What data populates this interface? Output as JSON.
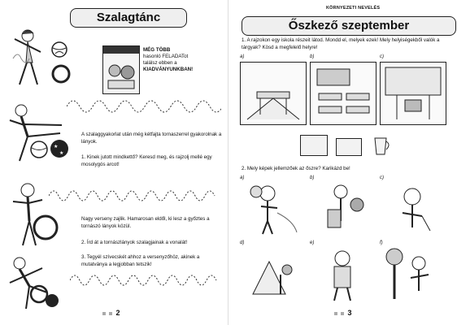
{
  "left": {
    "title": "Szalagtánc",
    "promo": {
      "line1": "MÉG TÖBB",
      "line2": "hasonló FELADATot",
      "line3": "találsz ebben a",
      "line4": "KIADVÁNYUNKBAN!"
    },
    "intro": "A szalaggyakorlat után még kétfajta tornaszerrel gyakorolnak a lányok.",
    "task1": "1. Kinek jutott mindkettő? Keresd meg, és rajzolj mellé egy mosolygós arcot!",
    "middle": "Nagy verseny zajlik. Hamarosan eldől, ki lesz a győztes a tornászó lányok közül.",
    "task2": "2. Írd át a tornászlányok szalagjainak a vonalát!",
    "task3": "3. Tegyél szívecskét ahhoz a versenyzőhöz, akinek a mutatványa a legjobban tetszik!",
    "page_number": "2"
  },
  "right": {
    "header": "KÖRNYEZETI NEVELÉS",
    "title": "Őszkező szeptember",
    "task1": "1. A rajzokon egy iskola részeit látod. Mondd el, melyek ezek! Mely helyiségekből valók a tárgyak? Kösd a megfelelő helyre!",
    "labels_row1": [
      "a)",
      "b)",
      "c)"
    ],
    "task2": "2. Mely képek jellemzőek az őszre? Karikázd be!",
    "labels_row2": [
      "a)",
      "b)",
      "c)"
    ],
    "labels_row3": [
      "d)",
      "e)",
      "f)"
    ],
    "page_number": "3"
  },
  "icons": [
    "gymnast-with-ribbon",
    "ball-icon",
    "hoop-icon",
    "star-ball-icon",
    "chalkboard-icon",
    "desk-icon",
    "jug-icon"
  ]
}
